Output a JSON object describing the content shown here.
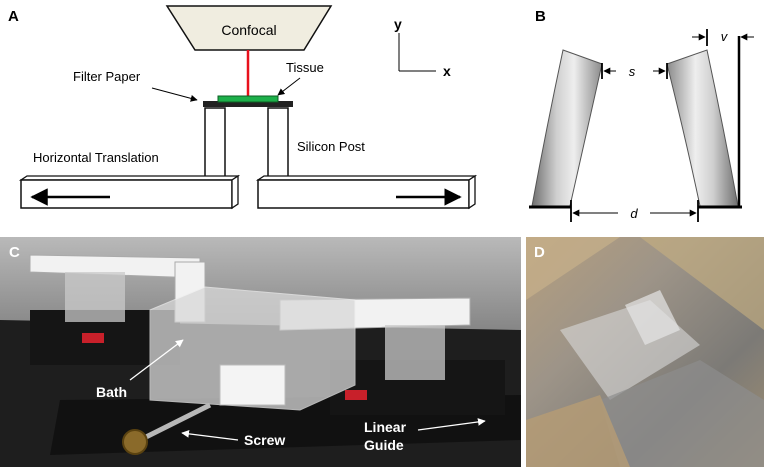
{
  "panels": {
    "a": "A",
    "b": "B",
    "c": "C",
    "d": "D"
  },
  "panel_a": {
    "microscope": "Confocal",
    "axis_y": "y",
    "axis_x": "x",
    "filter_paper": "Filter Paper",
    "tissue": "Tissue",
    "horizontal_translation": "Horizontal Translation",
    "silicon_post": "Silicon Post"
  },
  "panel_b": {
    "s": "s",
    "v": "v",
    "d": "d"
  },
  "panel_c": {
    "bath": "Bath",
    "screw": "Screw",
    "linear_guide_1": "Linear",
    "linear_guide_2": "Guide"
  },
  "colors": {
    "laser": "#e8101c",
    "tissue": "#1db04a",
    "confocal_fill": "#f0ede0"
  }
}
